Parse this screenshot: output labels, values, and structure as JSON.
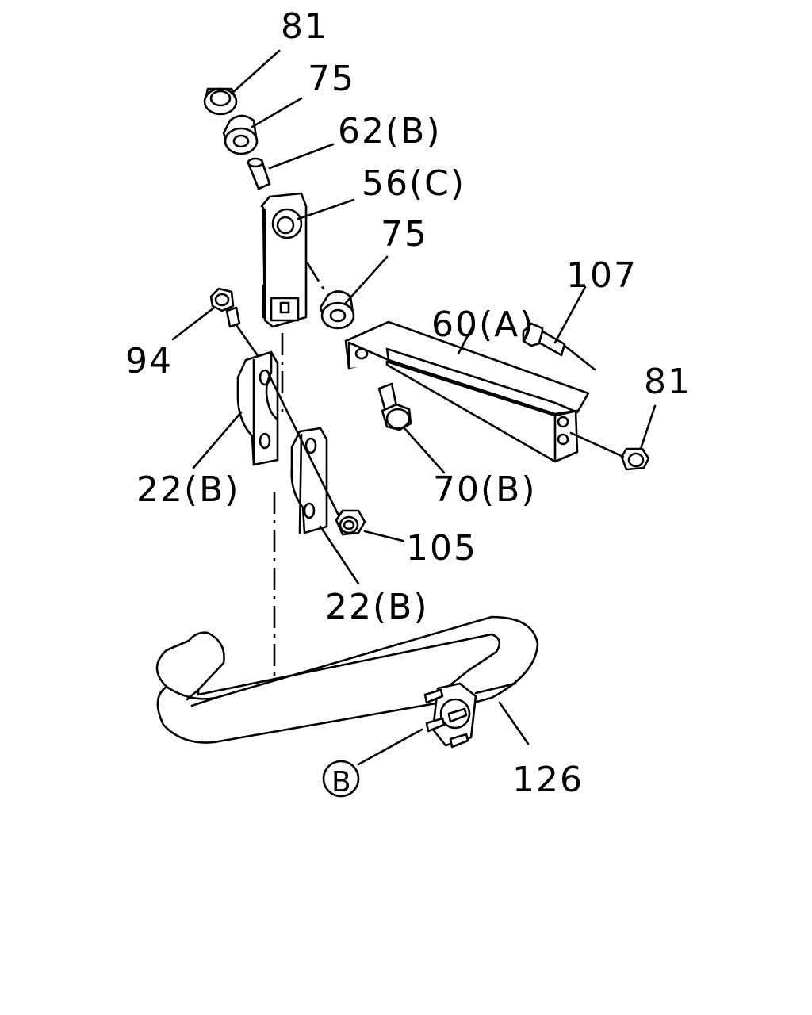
{
  "callouts": [
    {
      "id": "c81_top",
      "text": "81"
    },
    {
      "id": "c75_top",
      "text": "75"
    },
    {
      "id": "c62b",
      "text": "62(B)"
    },
    {
      "id": "c56c",
      "text": "56(C)"
    },
    {
      "id": "c75_mid",
      "text": "75"
    },
    {
      "id": "c107",
      "text": "107"
    },
    {
      "id": "c60a",
      "text": "60(A)"
    },
    {
      "id": "c94",
      "text": "94"
    },
    {
      "id": "c81_right",
      "text": "81"
    },
    {
      "id": "c22b_left",
      "text": "22(B)"
    },
    {
      "id": "c70b",
      "text": "70(B)"
    },
    {
      "id": "c105",
      "text": "105"
    },
    {
      "id": "c22b_bottom",
      "text": "22(B)"
    },
    {
      "id": "c126",
      "text": "126"
    },
    {
      "id": "cB",
      "text": "B"
    }
  ]
}
